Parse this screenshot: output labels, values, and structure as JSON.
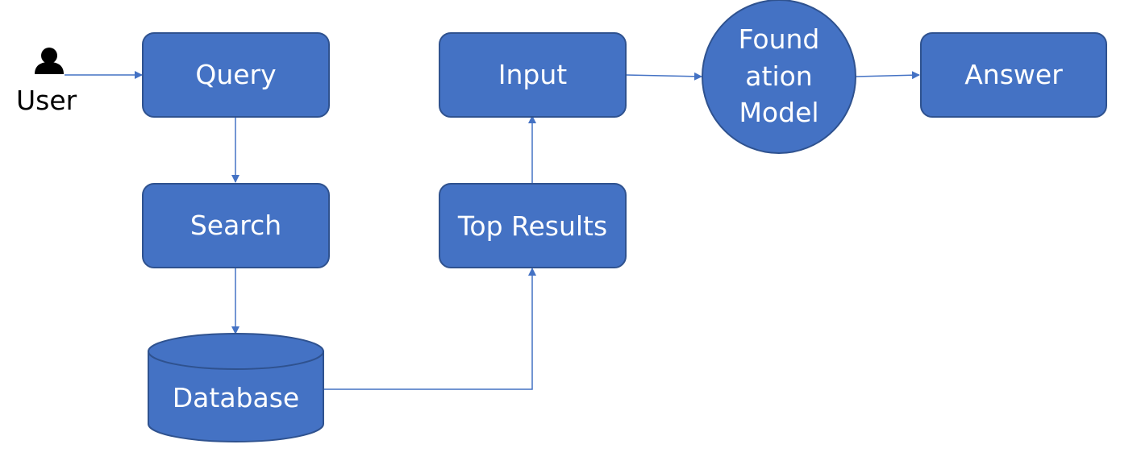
{
  "colors": {
    "node_fill": "#4472c4",
    "node_stroke": "#2f528f",
    "arrow": "#4472c4",
    "text_on_node": "#ffffff",
    "actor": "#000000"
  },
  "actor": {
    "label": "User",
    "icon": "person-icon"
  },
  "nodes": {
    "query": "Query",
    "search": "Search",
    "database": "Database",
    "top_results": "Top Results",
    "input": "Input",
    "foundation_model": [
      "Found",
      "ation",
      "Model"
    ],
    "answer": "Answer"
  },
  "edges": [
    {
      "from": "User",
      "to": "Query"
    },
    {
      "from": "Query",
      "to": "Search"
    },
    {
      "from": "Search",
      "to": "Database"
    },
    {
      "from": "Database",
      "to": "Top Results"
    },
    {
      "from": "Top Results",
      "to": "Input"
    },
    {
      "from": "Input",
      "to": "Foundation Model"
    },
    {
      "from": "Foundation Model",
      "to": "Answer"
    }
  ]
}
